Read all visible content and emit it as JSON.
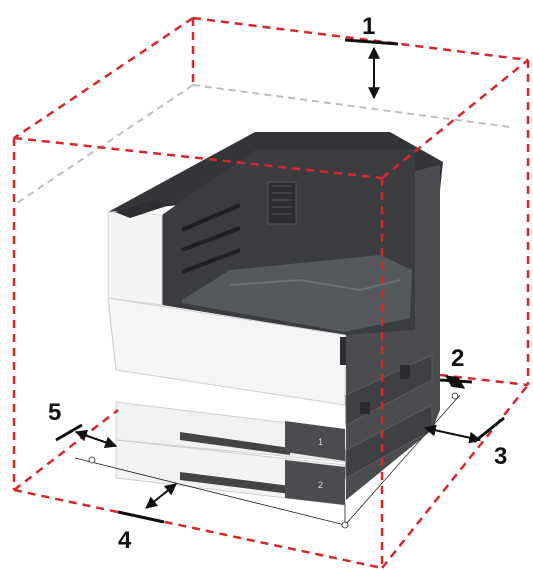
{
  "callouts": [
    {
      "label": "1",
      "meaning": "top-clearance"
    },
    {
      "label": "2",
      "meaning": "rear-clearance"
    },
    {
      "label": "3",
      "meaning": "right-clearance"
    },
    {
      "label": "4",
      "meaning": "front-clearance"
    },
    {
      "label": "5",
      "meaning": "left-clearance"
    }
  ],
  "tray_labels": [
    "1",
    "2"
  ],
  "colors": {
    "clearance_outline": "#d9262b",
    "hidden_edge": "#bfbfbf",
    "printer_dark": "#3e4043",
    "printer_light": "#f2f2f2",
    "arrow": "#111111"
  }
}
